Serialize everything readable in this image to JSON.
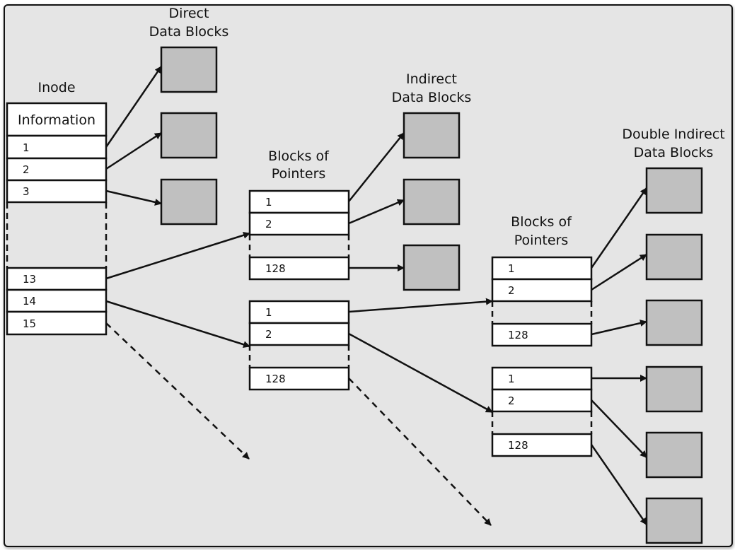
{
  "labels": {
    "inode": "Inode",
    "direct_line1": "Direct",
    "direct_line2": "Data Blocks",
    "indirect_line1": "Indirect",
    "indirect_line2": "Data Blocks",
    "bop1_line1": "Blocks of",
    "bop1_line2": "Pointers",
    "bop2_line1": "Blocks of",
    "bop2_line2": "Pointers",
    "double_line1": "Double Indirect",
    "double_line2": "Data Blocks"
  },
  "inode": {
    "info": "Information",
    "top_entries": [
      "1",
      "2",
      "3"
    ],
    "bottom_entries": [
      "13",
      "14",
      "15"
    ]
  },
  "pointer_blocks": {
    "indirect": {
      "entries": [
        "1",
        "2"
      ],
      "last": "128"
    },
    "double_level1": {
      "entries": [
        "1",
        "2"
      ],
      "last": "128"
    },
    "double_level2_a": {
      "entries": [
        "1",
        "2"
      ],
      "last": "128"
    },
    "double_level2_b": {
      "entries": [
        "1",
        "2"
      ],
      "last": "128"
    }
  },
  "colors": {
    "background": "#e5e5e5",
    "data_block": "#c0c0c0",
    "cell": "#ffffff",
    "stroke": "#111111"
  }
}
